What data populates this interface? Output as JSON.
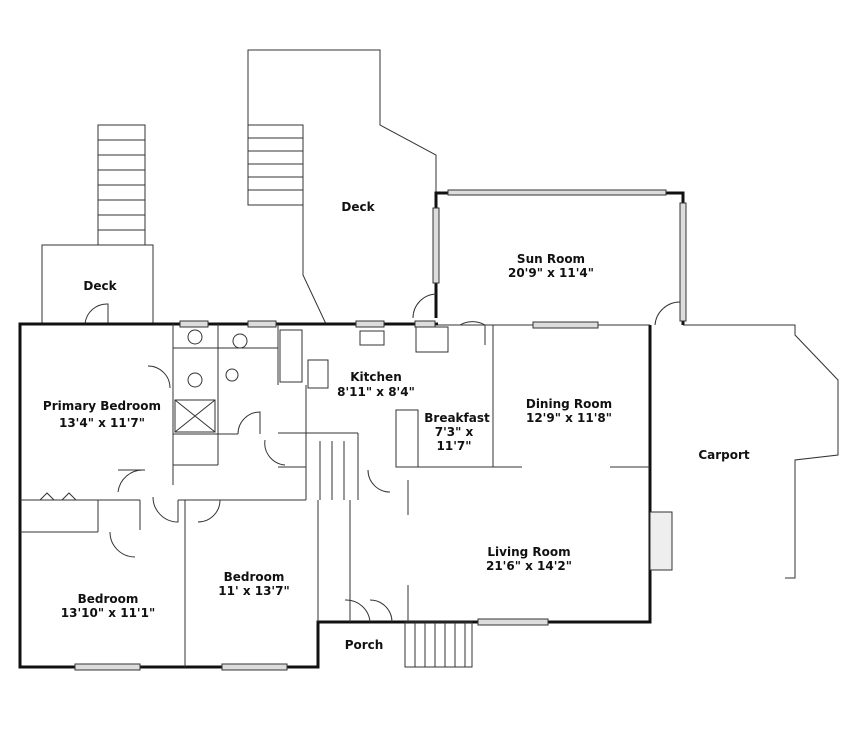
{
  "rooms": {
    "deck_top": {
      "name": "Deck"
    },
    "deck_left": {
      "name": "Deck"
    },
    "sun_room": {
      "name": "Sun Room",
      "size": "20'9\" x 11'4\""
    },
    "primary_bedroom": {
      "name": "Primary Bedroom",
      "size": "13'4\" x 11'7\""
    },
    "kitchen": {
      "name": "Kitchen",
      "size": "8'11\" x 8'4\""
    },
    "breakfast": {
      "name": "Breakfast",
      "size_line1": "7'3\" x",
      "size_line2": "11'7\""
    },
    "dining_room": {
      "name": "Dining Room",
      "size": "12'9\" x 11'8\""
    },
    "carport": {
      "name": "Carport"
    },
    "living_room": {
      "name": "Living Room",
      "size": "21'6\" x 14'2\""
    },
    "bedroom_2": {
      "name": "Bedroom",
      "size": "11' x 13'7\""
    },
    "bedroom_3": {
      "name": "Bedroom",
      "size": "13'10\" x 11'1\""
    },
    "porch": {
      "name": "Porch"
    }
  }
}
